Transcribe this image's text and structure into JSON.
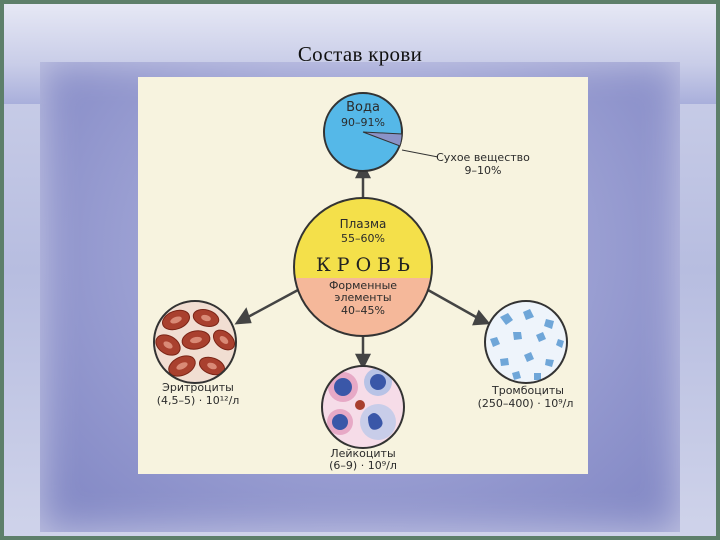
{
  "slide": {
    "title": "Состав крови"
  },
  "diagram": {
    "center": {
      "top_label": "Плазма",
      "top_value": "55–60%",
      "word": "К Р О В Ь",
      "bottom_label_1": "Форменные",
      "bottom_label_2": "элементы",
      "bottom_value": "40–45%"
    },
    "water": {
      "label": "Вода",
      "value": "90–91%"
    },
    "dry": {
      "label": "Сухое вещество",
      "value": "9–10%"
    },
    "erythrocytes": {
      "label": "Эритроциты",
      "value": "(4,5–5) · 10¹²/л"
    },
    "leukocytes": {
      "label": "Лейкоциты",
      "value": "(6–9) · 10⁹/л"
    },
    "platelets": {
      "label": "Тромбоциты",
      "value": "(250–400) · 10⁹/л"
    },
    "colors": {
      "plasma": "#f4e04a",
      "formed": "#f5b89a",
      "water": "#55b8e8",
      "dry": "#8a93c8",
      "erythrocyte": "#a9402e",
      "leukocyte_nucleus": "#3a57a8",
      "platelet": "#6fa6d8"
    }
  }
}
